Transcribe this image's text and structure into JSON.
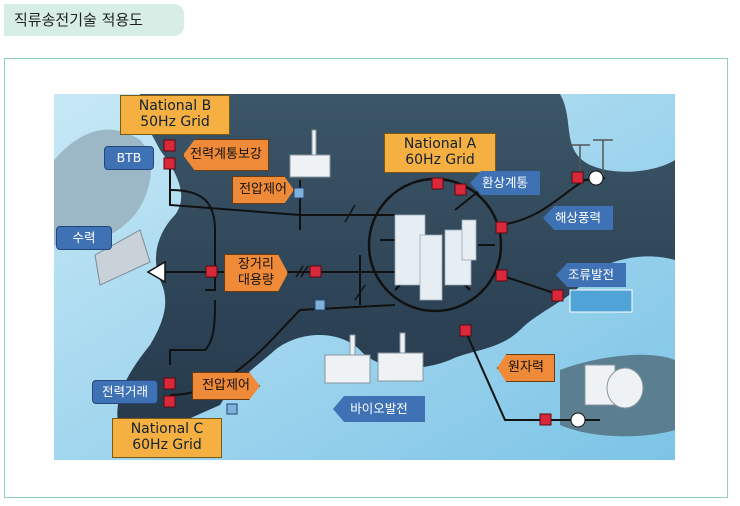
{
  "title": "직류송전기술 적용도",
  "labels": {
    "national_b_line1": "National B",
    "national_b_line2": "50Hz Grid",
    "national_a_line1": "National A",
    "national_a_line2": "60Hz Grid",
    "national_c_line1": "National C",
    "national_c_line2": "60Hz Grid",
    "btb": "BTB",
    "hydro": "수력",
    "trading": "전력거래",
    "reinforcement": "전력계통보강",
    "voltage_top": "전압제어",
    "voltage_bottom": "전압제어",
    "long_line1": "장거리",
    "long_line2": "대용량",
    "ring": "환상계통",
    "offshore_wind": "해상풍력",
    "tidal": "조류발전",
    "nuclear": "원자력",
    "bio": "바이오발전"
  },
  "colors": {
    "sea": "#9fd3ec",
    "land": "#2f4454",
    "orange_box": "#f5b041",
    "orange_arrow": "#ef8a38",
    "blue_label": "#3e72b5",
    "converter": "#d8283a"
  }
}
